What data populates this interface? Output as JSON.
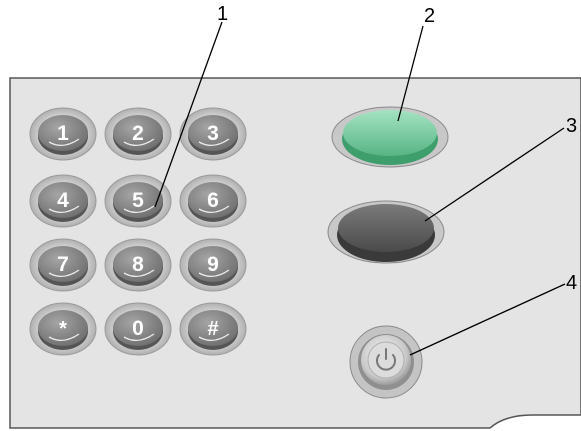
{
  "keypad": {
    "keys": [
      "1",
      "2",
      "3",
      "4",
      "5",
      "6",
      "7",
      "8",
      "9",
      "*",
      "0",
      "#"
    ]
  },
  "callouts": [
    {
      "label": "1"
    },
    {
      "label": "2"
    },
    {
      "label": "3"
    },
    {
      "label": "4"
    }
  ],
  "colors": {
    "panel": "#e4e4e4",
    "panel_edge": "#555555",
    "key": "#8a8a8a",
    "start_button": "#6fcf9f",
    "stop_button": "#666666",
    "power_button": "#d9d9d9"
  },
  "icons": {
    "power": "power-icon"
  }
}
